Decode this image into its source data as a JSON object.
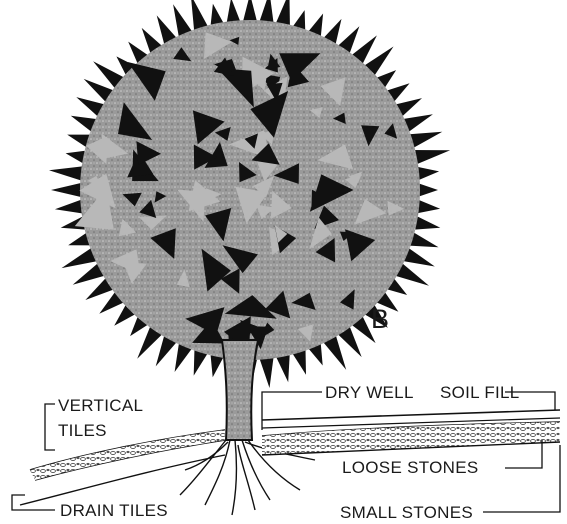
{
  "figure_letter": "B",
  "labels": {
    "dry_well": "DRY WELL",
    "soil_fill": "SOIL FILL",
    "vertical": "VERTICAL",
    "tiles": "TILES",
    "loose_stones": "LOOSE STONES",
    "drain_tiles": "DRAIN TILES",
    "small_stones": "SMALL STONES"
  },
  "colors": {
    "ink": "#1a1a1a",
    "foliage_dark": "#111111",
    "foliage_mid": "#8a8a8a",
    "foliage_light": "#b8b8b8"
  }
}
